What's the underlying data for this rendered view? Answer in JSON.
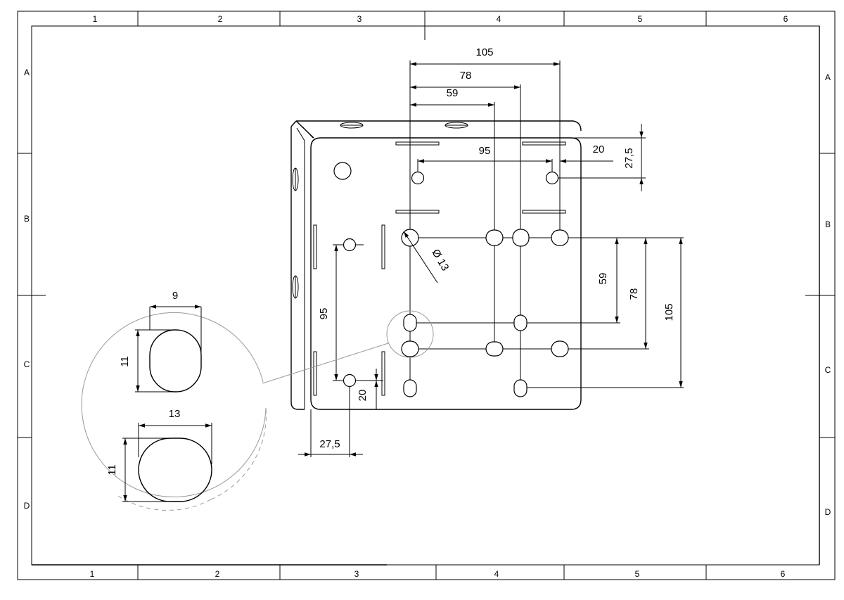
{
  "frame": {
    "columns_top": [
      "1",
      "2",
      "3",
      "4",
      "5",
      "6"
    ],
    "columns_bottom": [
      "1",
      "2",
      "3",
      "4",
      "5",
      "6"
    ],
    "rows_left": [
      "A",
      "B",
      "C",
      "D"
    ],
    "rows_right": [
      "A",
      "B",
      "C",
      "D"
    ]
  },
  "dimensions": {
    "top_105": "105",
    "top_78": "78",
    "top_59": "59",
    "mid_95": "95",
    "right_20": "20",
    "right_27_5": "27,5",
    "diameter": "Ø 13",
    "vert_59": "59",
    "vert_78": "78",
    "vert_105": "105",
    "left_95": "95",
    "bottom_20": "20",
    "bottom_27_5": "27,5"
  },
  "detail": {
    "slot_small_width": "9",
    "slot_small_height": "11",
    "slot_large_width": "13",
    "slot_large_height": "11"
  }
}
